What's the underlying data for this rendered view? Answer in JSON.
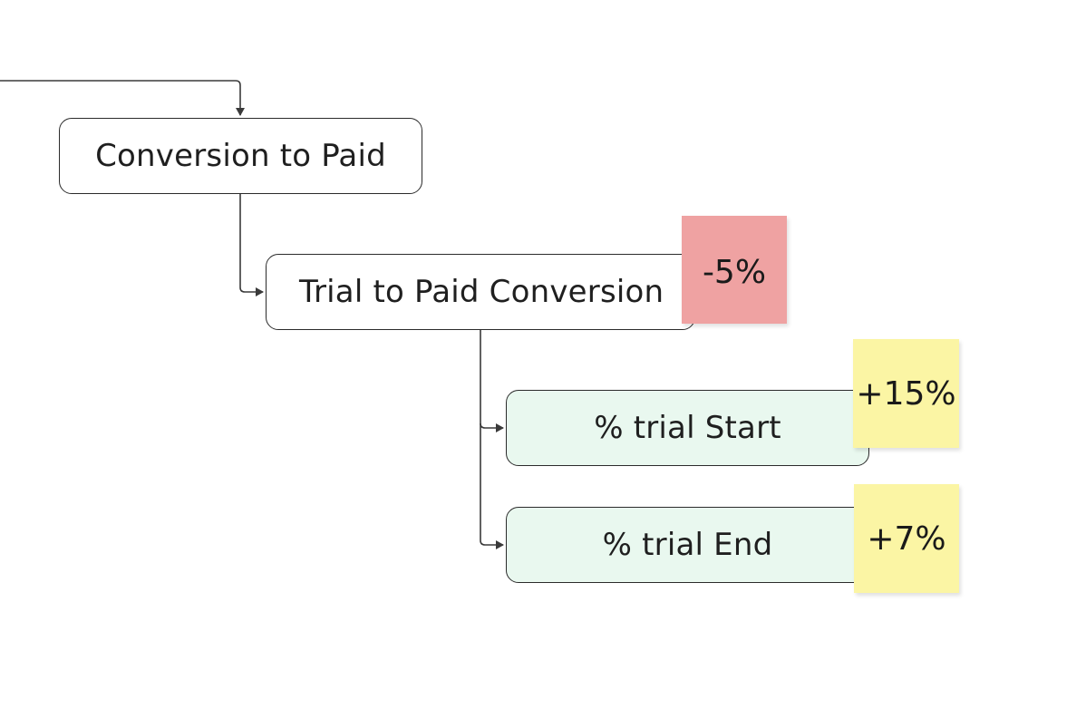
{
  "nodes": {
    "conversion_to_paid": "Conversion to Paid",
    "trial_to_paid": "Trial to Paid Conversion",
    "trial_start": "% trial Start",
    "trial_end": "% trial End"
  },
  "stickies": {
    "trial_to_paid_change": "-5%",
    "trial_start_change": "+15%",
    "trial_end_change": "+7%"
  },
  "colors": {
    "node_border": "#2b2b2b",
    "green_node_fill": "#e9f8ef",
    "red_sticky": "#efa2a2",
    "yellow_sticky": "#fbf5a4",
    "connector": "#3a3a3a"
  }
}
